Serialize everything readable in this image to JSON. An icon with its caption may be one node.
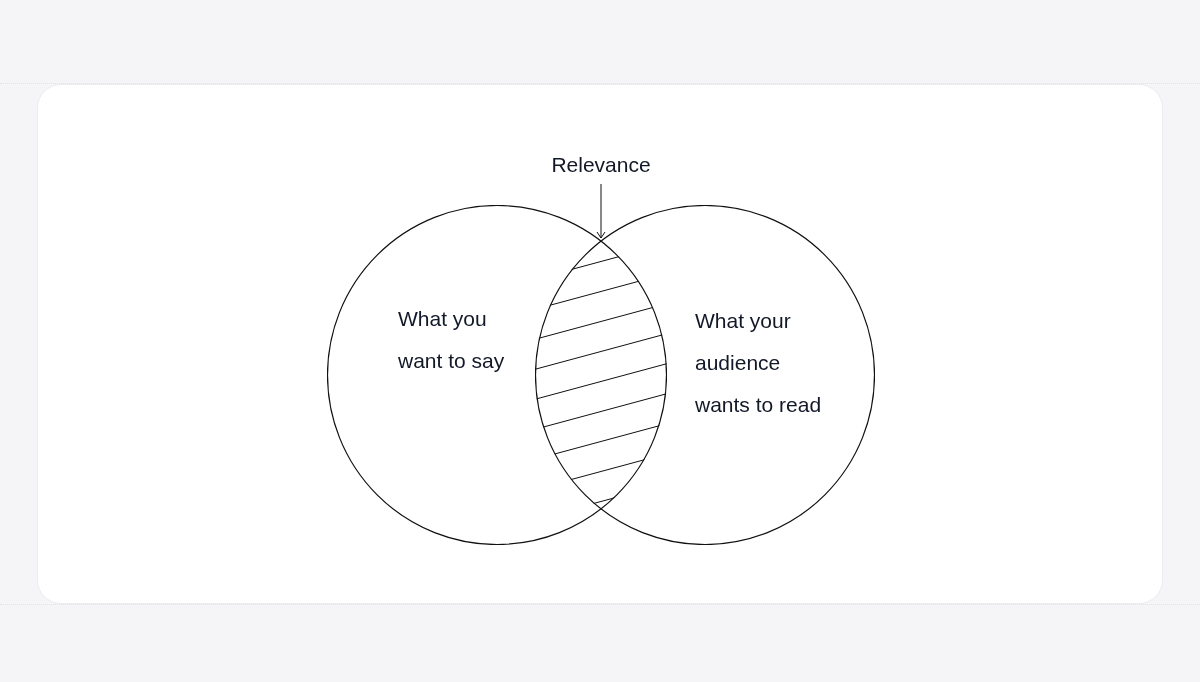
{
  "diagram": {
    "nodes": [
      {
        "text": [
          "What you want to say"
        ]
      },
      {
        "text": [
          "What your audience wants to read"
        ]
      },
      {
        "text": [
          "Relevance"
        ]
      },
      {
        "text": [],
        "shape": "lens"
      }
    ],
    "edges": [
      {
        "from": 2,
        "to": 3,
        "arrow": "to"
      }
    ]
  }
}
